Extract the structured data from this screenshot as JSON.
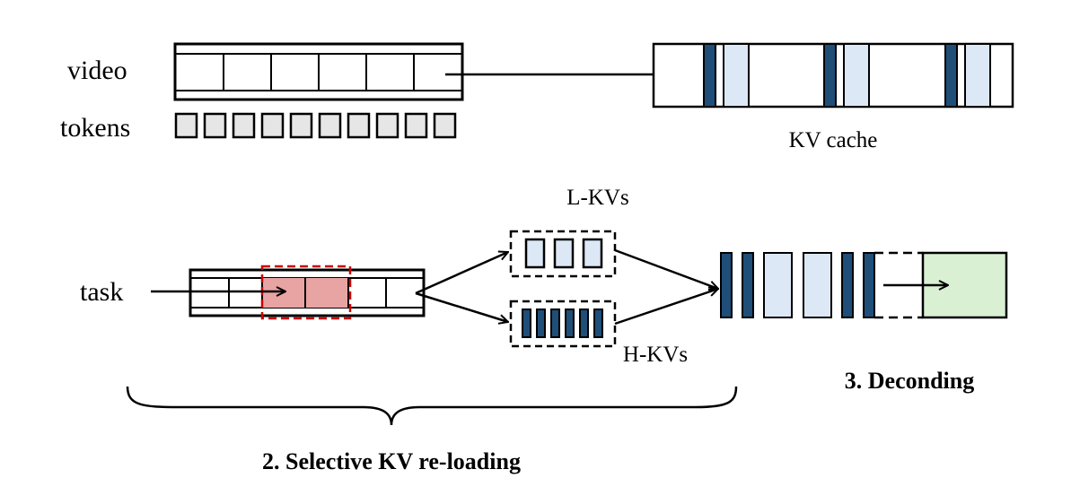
{
  "labels": {
    "video": "video",
    "tokens": "tokens",
    "kv_cache": "KV cache",
    "task": "task",
    "l_kvs": "L-KVs",
    "h_kvs": "H-KVs",
    "step_decoding": "3. Deconding",
    "step_reloading": "2. Selective KV re-loading"
  },
  "colors": {
    "dark_kv": "#1f4e79",
    "light_kv": "#dce8f5",
    "token_fill": "#e6e6e6",
    "selected_frame_fill": "#e8a3a3",
    "selected_frame_border": "#cc0000",
    "decode_fill": "#d9f0d3"
  }
}
